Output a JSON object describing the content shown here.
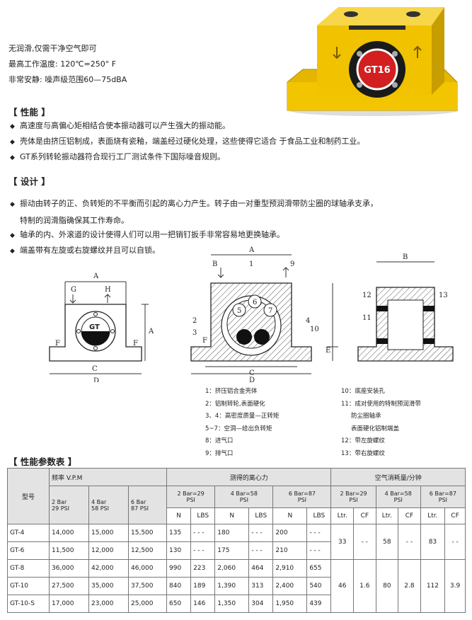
{
  "intro": [
    "无润滑,仅需干净空气即可",
    "最高工作温度: 120℃=250° F",
    "非常安静: 噪声级范围60—75dBA"
  ],
  "sections": {
    "performance_title": "【 性能 】",
    "design_title": "【 设计 】",
    "table_title": "【 性能参数表 】"
  },
  "performance_bullets": [
    "高速度与高偏心矩相结合使本振动器可以产生强大的振动能。",
    "壳体是由挤压铝制成，表面烧有瓷釉，端盖经过硬化处理，这些使得它适合 于食品工业和制药工业。",
    "GT系列转轮振动器符合现行工厂测试条件下国际噪音规则。"
  ],
  "design_bullets": [
    "振动由转子的正、负转矩的不平衡而引起的离心力产生。转子由一对重型预润滑带防尘圈的球轴承支承，",
    "特制的润滑脂确保其工作寿命。",
    "轴承的内、外滚道的设计使得人们可以用一把销钉扳手非常容易地更换轴承。",
    "端盖带有左旋或右旋螺纹并且可以自锁。"
  ],
  "product": {
    "label": "GT16"
  },
  "drawing": {
    "front": {
      "A_top": "A",
      "A_side": "A",
      "G": "G",
      "H": "H",
      "F_left": "F",
      "F_right": "F",
      "C": "C",
      "D": "D",
      "logo": "GT"
    },
    "section": {
      "A": "A",
      "B": "B",
      "n1": "1",
      "n9": "9",
      "n2": "2",
      "n3": "3",
      "n4": "4",
      "n10": "10",
      "F": "F",
      "E": "E",
      "C": "C",
      "D": "D",
      "n5": "5",
      "n6": "6",
      "n7": "7"
    },
    "side": {
      "B": "B",
      "n12": "12",
      "n13": "13",
      "n11": "11"
    }
  },
  "legend_left": [
    "1：挤压铝合金壳体",
    "2：铝制转轮,表面硬化",
    "3、4：高密度质量—正转矩",
    "5~7：空洞—给出负转矩",
    "8：进气口",
    "9：排气口"
  ],
  "legend_right": [
    "10：底座安装孔",
    "11：成对使用的特制预润滑带",
    "防尘圈轴承",
    "表面硬化铝制端盖",
    "12：带左旋螺纹",
    "13：带右旋螺纹"
  ],
  "table": {
    "model_header": "型号",
    "freq_header": "频率 V.P.M",
    "force_header": "测得的离心力",
    "air_header": "空气消耗量/分钟",
    "freq_sub": [
      "2 Bar\n29 PSI",
      "4 Bar\n58 PSI",
      "6 Bar\n87 PSI"
    ],
    "force_sub": [
      "2 Bar=29\nPSI",
      "4 Bar=58\nPSI",
      "6 Bar=87\nPSI"
    ],
    "air_sub": [
      "2 Bar=29\nPSI",
      "4 Bar=58\nPSI",
      "6 Bar=87\nPSI"
    ],
    "unit_N": "N",
    "unit_LBS": "LBS",
    "unit_Ltr": "Ltr.",
    "unit_CF": "CF",
    "rows": [
      {
        "model": "GT-4",
        "f2": "14,000",
        "f4": "15,000",
        "f6": "15,500",
        "n2": "135",
        "l2": "- - -",
        "n4": "180",
        "l4": "- - -",
        "n6": "200",
        "l6": "- - -"
      },
      {
        "model": "GT-6",
        "f2": "11,500",
        "f4": "12,000",
        "f6": "12,500",
        "n2": "130",
        "l2": "- - -",
        "n4": "175",
        "l4": "- - -",
        "n6": "210",
        "l6": "- - -"
      },
      {
        "model": "GT-8",
        "f2": "36,000",
        "f4": "42,000",
        "f6": "46,000",
        "n2": "990",
        "l2": "223",
        "n4": "2,060",
        "l4": "464",
        "n6": "2,910",
        "l6": "655"
      },
      {
        "model": "GT-10",
        "f2": "27,500",
        "f4": "35,000",
        "f6": "37,500",
        "n2": "840",
        "l2": "189",
        "n4": "1,390",
        "l4": "313",
        "n6": "2,400",
        "l6": "540"
      },
      {
        "model": "GT-10-S",
        "f2": "17,000",
        "f4": "23,000",
        "f6": "25,000",
        "n2": "650",
        "l2": "146",
        "n4": "1,350",
        "l4": "304",
        "n6": "1,950",
        "l6": "439"
      }
    ],
    "air_group1": {
      "l2": "33",
      "c2": "- -",
      "l4": "58",
      "c4": "- -",
      "l6": "83",
      "c6": "- -"
    },
    "air_group2": {
      "l2": "46",
      "c2": "1.6",
      "l4": "80",
      "c4": "2.8",
      "l6": "112",
      "c6": "3.9"
    }
  }
}
